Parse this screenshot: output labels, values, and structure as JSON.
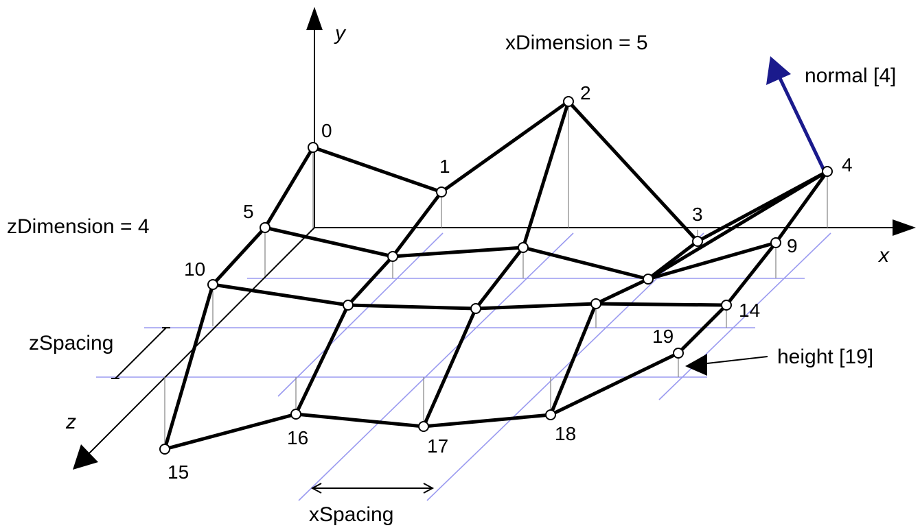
{
  "diagram": {
    "labels": {
      "x_dimension": "xDimension = 5",
      "z_dimension": "zDimension = 4",
      "normal": "normal [4]",
      "height": "height [19]",
      "x_spacing": "xSpacing",
      "z_spacing": "zSpacing"
    },
    "axes": {
      "x": "x",
      "y": "y",
      "z": "z"
    },
    "vertex_labels": [
      "0",
      "1",
      "2",
      "3",
      "4",
      "5",
      "9",
      "10",
      "14",
      "15",
      "16",
      "17",
      "18",
      "19"
    ],
    "colors": {
      "mesh": "#000000",
      "grid": "#9a9af0",
      "drop_lines": "#8c8c8c",
      "normal_arrow": "#1a1a8c",
      "background": "#ffffff"
    }
  }
}
